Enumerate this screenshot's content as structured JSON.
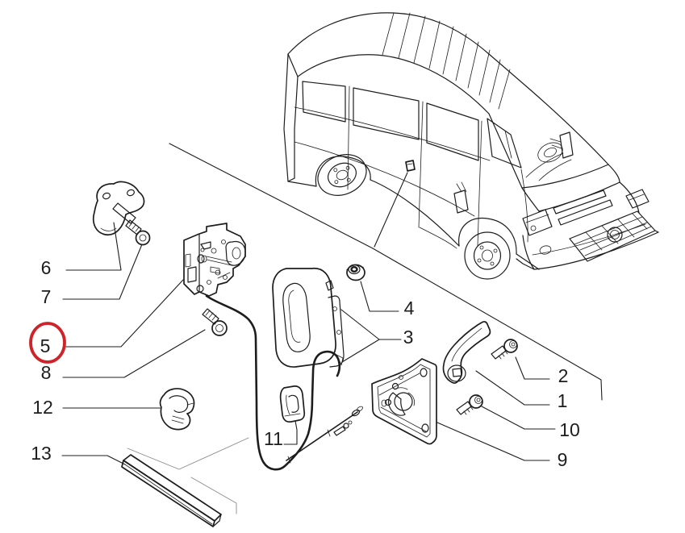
{
  "colors": {
    "background": "#ffffff",
    "line": "#1d1d1d",
    "faint_line": "#8a8a8a",
    "highlight_circle": "#cf2329",
    "label_text": "#1d1d1d"
  },
  "highlighted_callout": "5",
  "callouts": [
    {
      "label": "1",
      "circled": false,
      "part": "release-lever"
    },
    {
      "label": "2",
      "circled": false,
      "part": "socket-head-screw"
    },
    {
      "label": "3",
      "circled": false,
      "part": "exterior-door-handle"
    },
    {
      "label": "4",
      "circled": false,
      "part": "fixing-nut"
    },
    {
      "label": "5",
      "circled": true,
      "part": "door-lock-assembly"
    },
    {
      "label": "6",
      "circled": false,
      "part": "striker-plate"
    },
    {
      "label": "7",
      "circled": false,
      "part": "striker-screw"
    },
    {
      "label": "8",
      "circled": false,
      "part": "lock-fixing-screw"
    },
    {
      "label": "9",
      "circled": false,
      "part": "latch-plate"
    },
    {
      "label": "10",
      "circled": false,
      "part": "socket-head-screw"
    },
    {
      "label": "11",
      "circled": false,
      "part": "handle-end-cap"
    },
    {
      "label": "12",
      "circled": false,
      "part": "cable-clip"
    },
    {
      "label": "13",
      "circled": false,
      "part": "protection-strip"
    }
  ],
  "vehicle": {
    "icon": "van-front-three-quarter-view"
  }
}
